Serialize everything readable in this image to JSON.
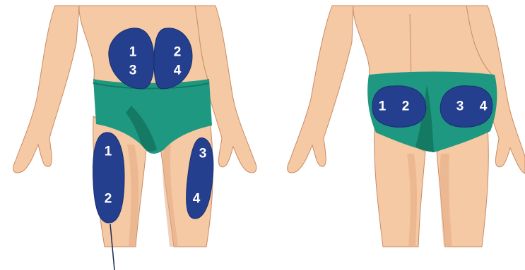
{
  "colors": {
    "skin": "#f5c9a3",
    "skin_shadow": "#e3a983",
    "skin_outline": "#c98b66",
    "underwear": "#1e9880",
    "underwear_dark": "#147a64",
    "site_fill": "#253f8f",
    "site_outline": "#1a2f70",
    "pointer_line": "#1c2a55"
  },
  "front": {
    "abdomen_left": {
      "labels": [
        "1",
        "3"
      ]
    },
    "abdomen_right": {
      "labels": [
        "2",
        "4"
      ]
    },
    "thigh_left": {
      "labels": [
        "1",
        "2"
      ]
    },
    "thigh_right": {
      "labels": [
        "3",
        "4"
      ]
    }
  },
  "back": {
    "buttock_left": {
      "labels": [
        "1",
        "2"
      ]
    },
    "buttock_right": {
      "labels": [
        "3",
        "4"
      ]
    }
  }
}
